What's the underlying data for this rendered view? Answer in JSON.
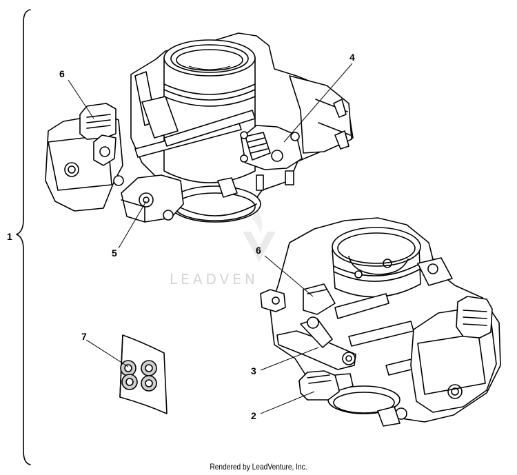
{
  "callouts": {
    "c1": "1",
    "c2": "2",
    "c3": "3",
    "c4": "4",
    "c5": "5",
    "c6a": "6",
    "c6b": "6",
    "c7": "7"
  },
  "watermark_text": "LEADVEN",
  "credit": "Rendered by LeadVenture, Inc.",
  "icons": {
    "brace": "curly-brace-icon",
    "throttle_body_top": "throttle-body-top-view-icon",
    "throttle_body_bottom": "throttle-body-bottom-view-icon",
    "gasket_pack": "gasket-kit-icon",
    "watermark_logo": "leadventure-logo-icon"
  }
}
